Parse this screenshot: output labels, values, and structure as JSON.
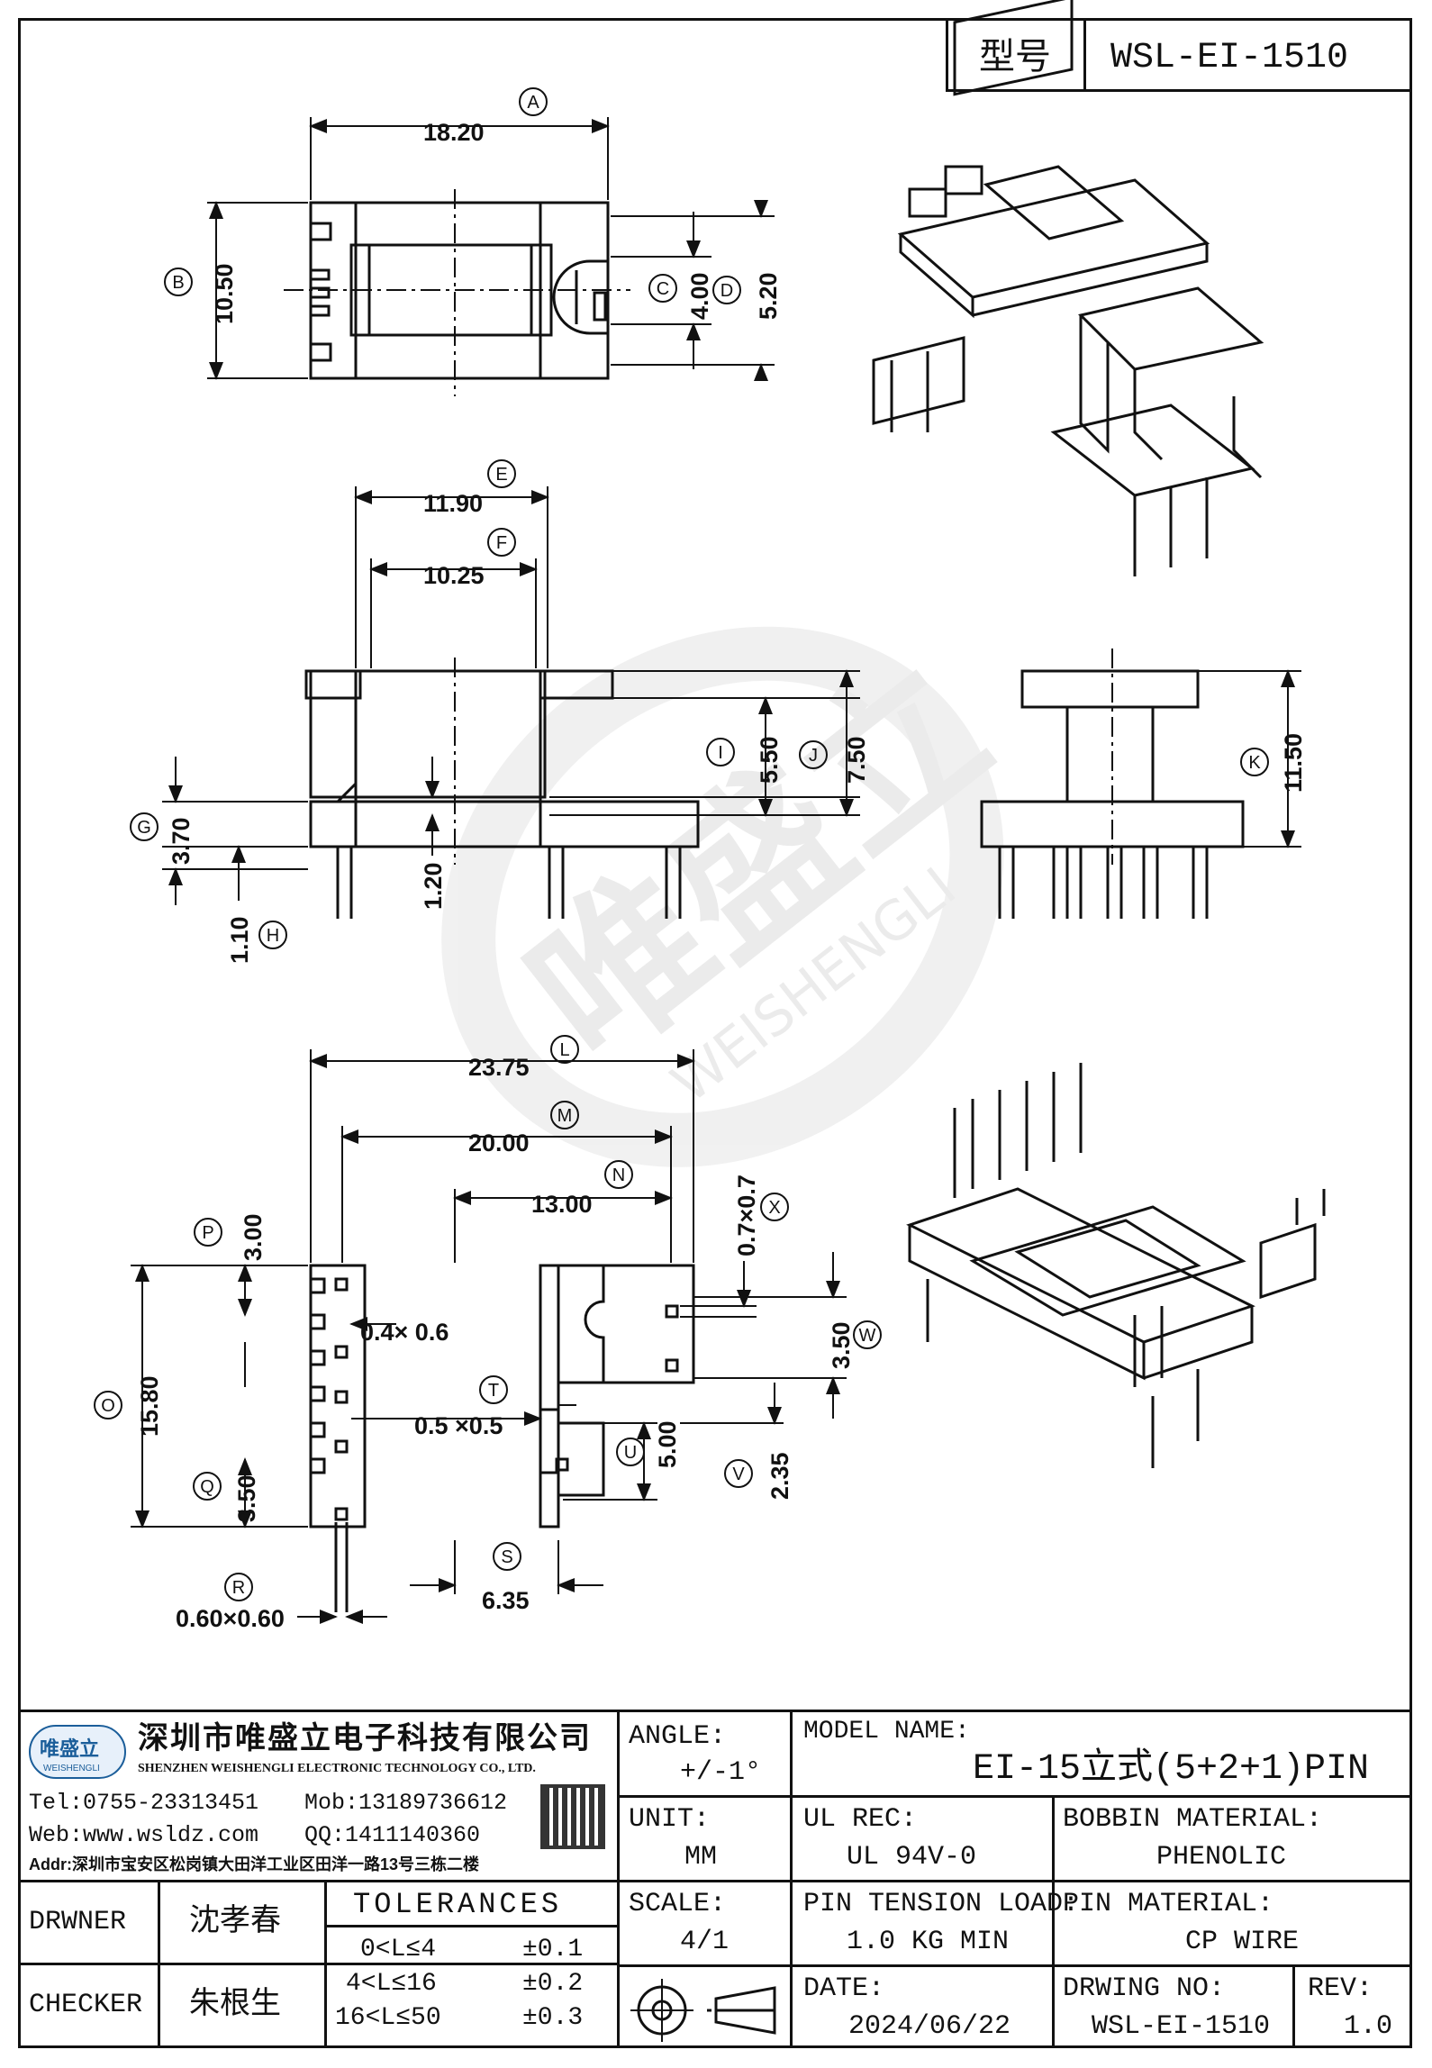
{
  "header": {
    "type_label": "型号",
    "type_value": "WSL-EI-1510"
  },
  "dimensions": {
    "A": {
      "letter": "A",
      "value": "18.20"
    },
    "B": {
      "letter": "B",
      "value": "10.50"
    },
    "C": {
      "letter": "C",
      "value": "4.00"
    },
    "D": {
      "letter": "D",
      "value": "5.20"
    },
    "E": {
      "letter": "E",
      "value": "11.90"
    },
    "F": {
      "letter": "F",
      "value": "10.25"
    },
    "G": {
      "letter": "G",
      "value": "3.70"
    },
    "H": {
      "letter": "H",
      "value": "1.10"
    },
    "I": {
      "letter": "I",
      "value": "5.50"
    },
    "J": {
      "letter": "J",
      "value": "7.50"
    },
    "K": {
      "letter": "K",
      "value": "11.50"
    },
    "L": {
      "letter": "L",
      "value": "23.75"
    },
    "M": {
      "letter": "M",
      "value": "20.00"
    },
    "N": {
      "letter": "N",
      "value": "13.00"
    },
    "O": {
      "letter": "O",
      "value": "15.80"
    },
    "P": {
      "letter": "P",
      "value": "3.00"
    },
    "Q": {
      "letter": "Q",
      "value": "3.50"
    },
    "R": {
      "letter": "R",
      "value": "0.60×0.60"
    },
    "S": {
      "letter": "S",
      "value": "6.35"
    },
    "T": {
      "letter": "T",
      "value": "0.5 ×0.5"
    },
    "U": {
      "letter": "U",
      "value": "5.00"
    },
    "V": {
      "letter": "V",
      "value": "2.35"
    },
    "W": {
      "letter": "W",
      "value": "3.50"
    },
    "X": {
      "letter": "X",
      "value": "0.7×0.7"
    },
    "extra_120": "1.20",
    "extra_046": "0.4× 0.6"
  },
  "watermark": {
    "cn": "唯盛立",
    "en": "WEISHENGLI"
  },
  "company": {
    "logo_cn": "唯盛立",
    "logo_en": "WEISHENGLI",
    "name_cn": "深圳市唯盛立电子科技有限公司",
    "name_en": "SHENZHEN WEISHENGLI ELECTRONIC TECHNOLOGY CO., LTD.",
    "tel": "Tel:0755-23313451",
    "mob": "Mob:13189736612",
    "web": "Web:www.wsldz.com",
    "qq": "QQ:1411140360",
    "addr": "Addr:深圳市宝安区松岗镇大田洋工业区田洋一路13号三栋二楼"
  },
  "titleblock": {
    "angle_label": "ANGLE:",
    "angle_value": "+/-1°",
    "model_label": "MODEL NAME:",
    "model_value": "EI-15立式(5+2+1)PIN",
    "unit_label": "UNIT:",
    "unit_value": "MM",
    "ul_label": "UL REC:",
    "ul_value": "UL 94V-0",
    "bobbin_label": "BOBBIN MATERIAL:",
    "bobbin_value": "PHENOLIC",
    "scale_label": "SCALE:",
    "scale_value": "4/1",
    "tension_label": "PIN TENSION LOAD:",
    "tension_value": "1.0 KG MIN",
    "pinmat_label": "PIN MATERIAL:",
    "pinmat_value": "CP WIRE",
    "date_label": "DATE:",
    "date_value": "2024/06/22",
    "drwno_label": "DRWING NO:",
    "drwno_value": "WSL-EI-1510",
    "rev_label": "REV:",
    "rev_value": "1.0",
    "drawer_label": "DRWNER",
    "drawer_value": "沈孝春",
    "checker_label": "CHECKER",
    "checker_value": "朱根生",
    "tol_title": "TOLERANCES",
    "tol_rows": [
      {
        "range": "0<L≤4",
        "tol": "±0.1"
      },
      {
        "range": "4<L≤16",
        "tol": "±0.2"
      },
      {
        "range": "16<L≤50",
        "tol": "±0.3"
      }
    ]
  }
}
